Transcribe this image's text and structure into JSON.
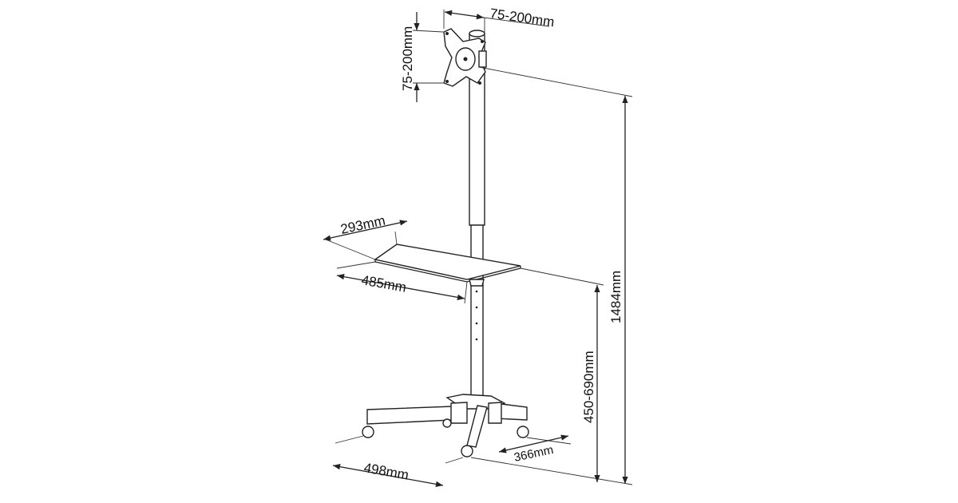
{
  "title": "Mobile TV stand dimensions",
  "dimensions": {
    "vesa_width": "75-200mm",
    "vesa_height": "75-200mm",
    "total_height": "1484mm",
    "shelf_depth": "293mm",
    "shelf_width": "485mm",
    "shelf_height": "450-690mm",
    "base_width": "498mm",
    "base_depth": "366mm"
  },
  "colors": {
    "line": "#222222",
    "background": "#ffffff"
  }
}
